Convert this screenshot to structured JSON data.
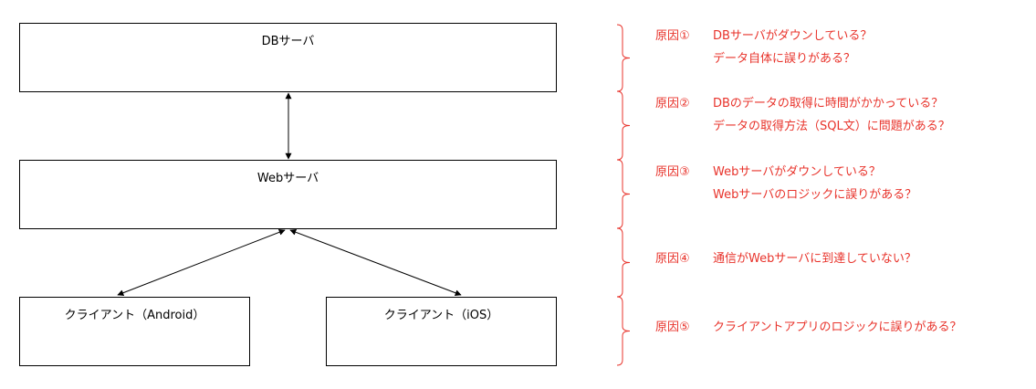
{
  "diagram": {
    "boxes": {
      "db": "DBサーバ",
      "web": "Webサーバ",
      "android": "クライアント（Android）",
      "ios": "クライアント（iOS）"
    },
    "causes": [
      {
        "label": "原因①",
        "lines": [
          "DBサーバがダウンしている？",
          "データ自体に誤りがある？"
        ]
      },
      {
        "label": "原因②",
        "lines": [
          "DBのデータの取得に時間がかかっている？",
          "データの取得方法（SQL文）に問題がある？"
        ]
      },
      {
        "label": "原因③",
        "lines": [
          "Webサーバがダウンしている？",
          "Webサーバのロジックに誤りがある？"
        ]
      },
      {
        "label": "原因④",
        "lines": [
          "通信がWebサーバに到達していない？"
        ]
      },
      {
        "label": "原因⑤",
        "lines": [
          "クライアントアプリのロジックに誤りがある？"
        ]
      }
    ],
    "colors": {
      "accent": "#e8332b",
      "line": "#000000"
    }
  }
}
